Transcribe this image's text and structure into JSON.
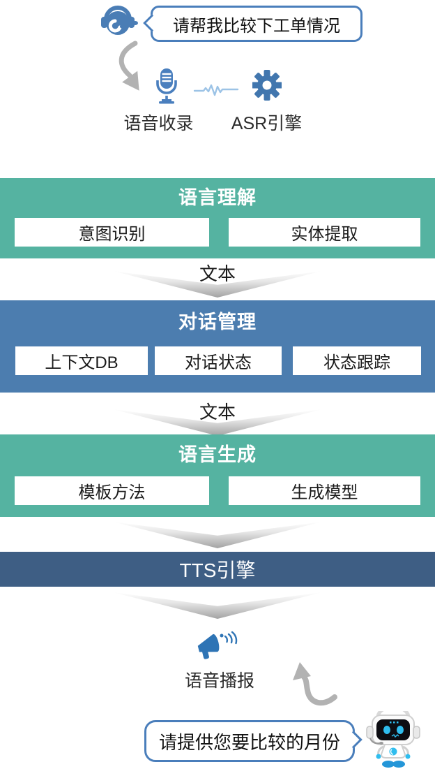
{
  "diagram": {
    "user_query": {
      "text": "请帮我比较下工单情况"
    },
    "input_stage": {
      "voice_capture_label": "语音收录",
      "asr_label": "ASR引擎"
    },
    "blocks": [
      {
        "title": "语言理解",
        "items": [
          "意图识别",
          "实体提取"
        ]
      },
      {
        "title": "对话管理",
        "items": [
          "上下文DB",
          "对话状态",
          "状态跟踪"
        ]
      },
      {
        "title": "语言生成",
        "items": [
          "模板方法",
          "生成模型"
        ]
      }
    ],
    "flow_labels": [
      "文本",
      "文本"
    ],
    "tts_bar": {
      "label": "TTS引擎"
    },
    "output_stage": {
      "broadcast_label": "语音播报"
    },
    "bot_reply": {
      "text": "请提供您要比较的月份"
    },
    "icons": [
      "headset-icon",
      "microphone-icon",
      "waveform-icon",
      "gear-icon",
      "megaphone-icon",
      "robot-icon",
      "curved-arrow-down-icon",
      "curved-arrow-up-icon"
    ],
    "colors": {
      "teal_block": "#55B3A1",
      "blue_block": "#4C7DAF",
      "tts_bar": "#3E5E84",
      "bubble_border": "#4A7EBB",
      "icon_blue": "#4A7DB5",
      "arrow_gray": "#B2B2B2"
    }
  }
}
